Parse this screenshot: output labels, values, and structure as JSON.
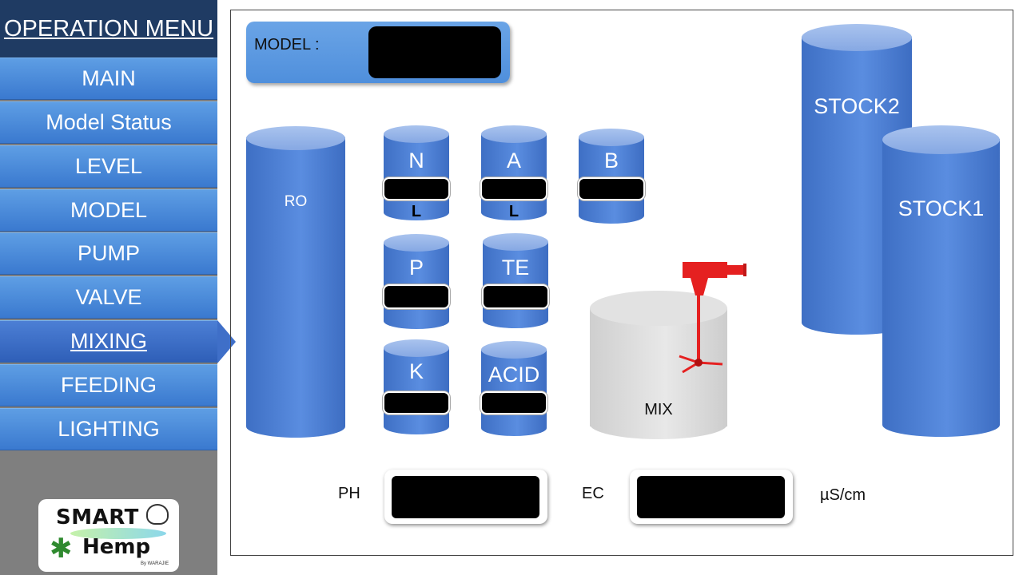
{
  "sidebar": {
    "title": "OPERATION MENU",
    "items": [
      {
        "label": "MAIN"
      },
      {
        "label": "Model Status"
      },
      {
        "label": "LEVEL"
      },
      {
        "label": "MODEL"
      },
      {
        "label": "PUMP"
      },
      {
        "label": "VALVE"
      },
      {
        "label": "MIXING",
        "active": true
      },
      {
        "label": "FEEDING"
      },
      {
        "label": "LIGHTING"
      }
    ],
    "logo": {
      "line1": "SMART",
      "line2": "Hemp",
      "byline": "By WARAJIE"
    }
  },
  "model": {
    "label": "MODEL :",
    "value": ""
  },
  "tanks": {
    "ro": "RO",
    "n": {
      "label": "N",
      "level": "L"
    },
    "a": {
      "label": "A",
      "level": "L"
    },
    "b": {
      "label": "B"
    },
    "p": {
      "label": "P"
    },
    "te": {
      "label": "TE"
    },
    "k": {
      "label": "K"
    },
    "acid": {
      "label": "ACID"
    },
    "mix": "MIX",
    "stock2": "STOCK2",
    "stock1": "STOCK1"
  },
  "readings": {
    "ph_label": "PH",
    "ec_label": "EC",
    "ec_unit": "µS/cm"
  },
  "colors": {
    "sidebar_title_bg": "#1f3b63",
    "menu_item": "#4a8cdc",
    "menu_active": "#3f6fc8",
    "tank_blue": "#4a7cd2",
    "mixer_red": "#e52020"
  }
}
